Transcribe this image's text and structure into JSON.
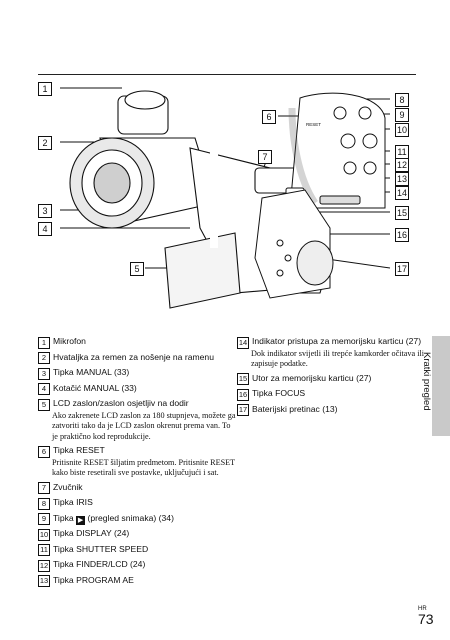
{
  "figure": {
    "callouts": [
      "1",
      "2",
      "3",
      "4",
      "5",
      "6",
      "7",
      "8",
      "9",
      "10",
      "11",
      "12",
      "13",
      "14",
      "15",
      "16",
      "17"
    ]
  },
  "list_left": [
    {
      "n": "1",
      "text": "Mikrofon"
    },
    {
      "n": "2",
      "text": "Hvataljka za remen za nošenje na ramenu"
    },
    {
      "n": "3",
      "text": "Tipka MANUAL (33)"
    },
    {
      "n": "4",
      "text": "Kotačić MANUAL (33)"
    },
    {
      "n": "5",
      "text": "LCD zaslon/zaslon osjetljiv na dodir",
      "note": "Ako zakrenete LCD zaslon za 180 stupnjeva, možete ga zatvoriti tako da je LCD zaslon okrenut prema van. To je praktično kod reprodukcije."
    },
    {
      "n": "6",
      "text": "Tipka RESET",
      "note": "Pritisnite RESET šiljatim predmetom. Pritisnite RESET kako biste resetirali sve postavke, uključujući i sat."
    },
    {
      "n": "7",
      "text": "Zvučnik"
    },
    {
      "n": "8",
      "text": "Tipka IRIS"
    },
    {
      "n": "9",
      "text_before": "Tipka ",
      "text": "(pregled snimaka) (34)"
    },
    {
      "n": "10",
      "text": "Tipka DISPLAY (24)"
    },
    {
      "n": "11",
      "text": "Tipka SHUTTER SPEED"
    },
    {
      "n": "12",
      "text": "Tipka FINDER/LCD (24)"
    },
    {
      "n": "13",
      "text": "Tipka PROGRAM AE"
    }
  ],
  "list_right": [
    {
      "n": "14",
      "text": "Indikator pristupa za memorijsku karticu (27)",
      "note": "Dok indikator svijetli ili trepće kamkorder očitava ili zapisuje podatke."
    },
    {
      "n": "15",
      "text": "Utor za memorijsku karticu (27)"
    },
    {
      "n": "16",
      "text": "Tipka FOCUS"
    },
    {
      "n": "17",
      "text": "Baterijski pretinac (13)"
    }
  ],
  "side_tab": "Kratki pregled",
  "page": {
    "lang": "HR",
    "number": "73"
  }
}
